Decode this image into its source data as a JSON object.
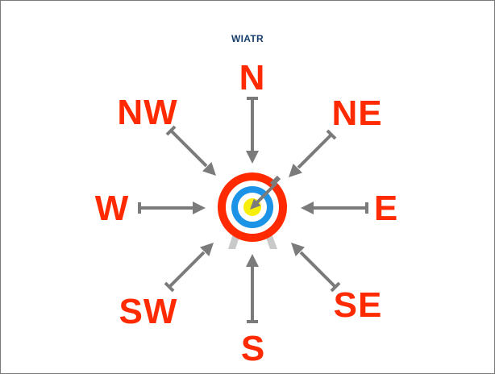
{
  "title": "WIATR",
  "directions": {
    "n": "N",
    "ne": "NE",
    "e": "E",
    "se": "SE",
    "s": "S",
    "sw": "SW",
    "w": "W",
    "nw": "NW"
  },
  "colors": {
    "title": "#173e6d",
    "label": "#ff2a00",
    "arrow": "#7b7b7b",
    "ring_red": "#ff2a00",
    "ring_blue": "#1c93e6",
    "bullseye": "#f8ee0c",
    "stand": "#c9c9c9"
  },
  "icons": {
    "center": "target-icon"
  }
}
